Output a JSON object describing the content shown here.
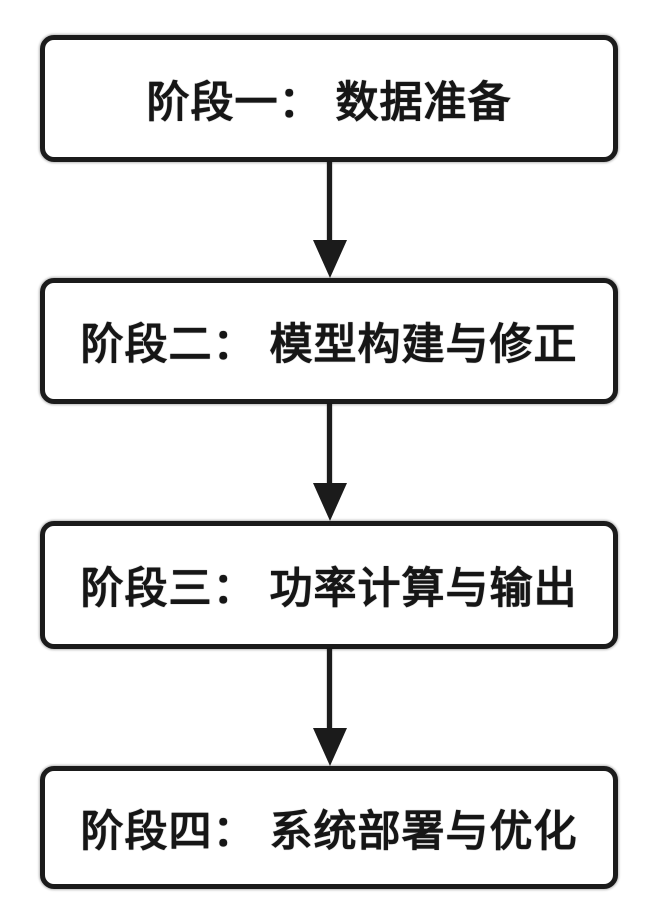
{
  "diagram": {
    "type": "flowchart",
    "orientation": "vertical",
    "colors": {
      "ink": "#1b1b1b",
      "background": "#ffffff",
      "box_fill": "#ffffff"
    },
    "stages": [
      {
        "label": "阶段一： 数据准备"
      },
      {
        "label": "阶段二： 模型构建与修正"
      },
      {
        "label": "阶段三： 功率计算与输出"
      },
      {
        "label": "阶段四： 系统部署与优化"
      }
    ],
    "connectors": [
      {
        "icon": "arrow-down",
        "from": "stage-1",
        "to": "stage-2"
      },
      {
        "icon": "arrow-down",
        "from": "stage-2",
        "to": "stage-3"
      },
      {
        "icon": "arrow-down",
        "from": "stage-3",
        "to": "stage-4"
      }
    ]
  }
}
